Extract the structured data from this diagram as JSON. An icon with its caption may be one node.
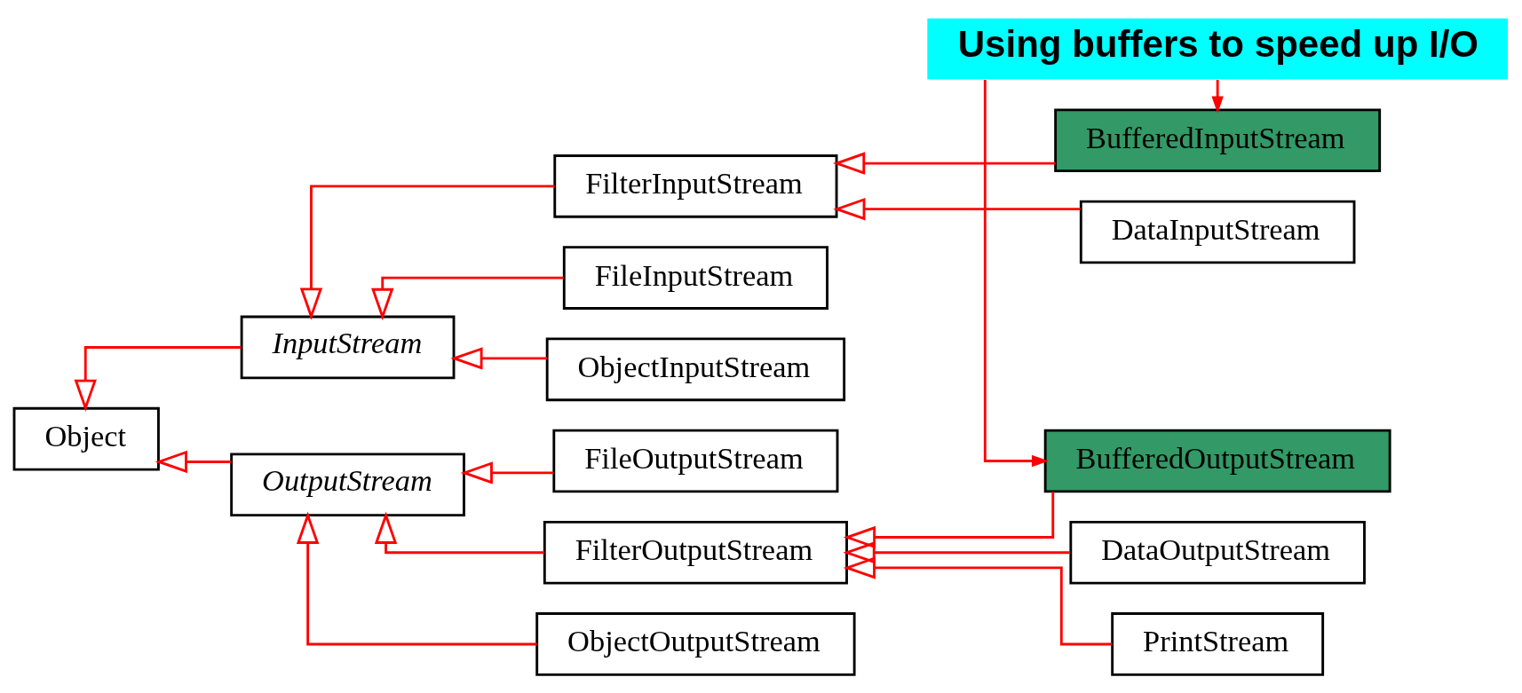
{
  "diagram": {
    "nodes": [
      {
        "text": [
          "Using buffers to speed up I/O"
        ]
      },
      {
        "text": [
          "Object"
        ]
      },
      {
        "text": [
          "InputStream"
        ]
      },
      {
        "text": [
          "OutputStream"
        ]
      },
      {
        "text": [
          "FileInputStream"
        ]
      },
      {
        "text": [
          "FilterInputStream"
        ]
      },
      {
        "text": [
          "ObjectInputStream"
        ]
      },
      {
        "text": [
          "DataInputStream"
        ]
      },
      {
        "text": [
          "BufferedInputStream"
        ]
      },
      {
        "text": [
          "FileOutputStream"
        ]
      },
      {
        "text": [
          "FilterOutputStream"
        ]
      },
      {
        "text": [
          "ObjectOutputStream"
        ]
      },
      {
        "text": [
          "BufferedOutputStream"
        ]
      },
      {
        "text": [
          "DataOutputStream"
        ]
      },
      {
        "text": [
          "PrintStream"
        ]
      }
    ],
    "edges": [
      {
        "from": 2,
        "to": 1,
        "arrow": "to"
      },
      {
        "from": 3,
        "to": 1,
        "arrow": "to"
      },
      {
        "from": 4,
        "to": 2,
        "arrow": "to"
      },
      {
        "from": 5,
        "to": 2,
        "arrow": "to"
      },
      {
        "from": 6,
        "to": 2,
        "arrow": "to"
      },
      {
        "from": 7,
        "to": 5,
        "arrow": "to"
      },
      {
        "from": 8,
        "to": 5,
        "arrow": "to"
      },
      {
        "from": 9,
        "to": 3,
        "arrow": "to"
      },
      {
        "from": 10,
        "to": 3,
        "arrow": "to"
      },
      {
        "from": 11,
        "to": 3,
        "arrow": "to"
      },
      {
        "from": 12,
        "to": 10,
        "arrow": "to"
      },
      {
        "from": 13,
        "to": 10,
        "arrow": "to"
      },
      {
        "from": 14,
        "to": 10,
        "arrow": "to"
      },
      {
        "from": 0,
        "to": 8,
        "arrow": "to"
      },
      {
        "from": 0,
        "to": 12,
        "arrow": "to"
      }
    ]
  }
}
